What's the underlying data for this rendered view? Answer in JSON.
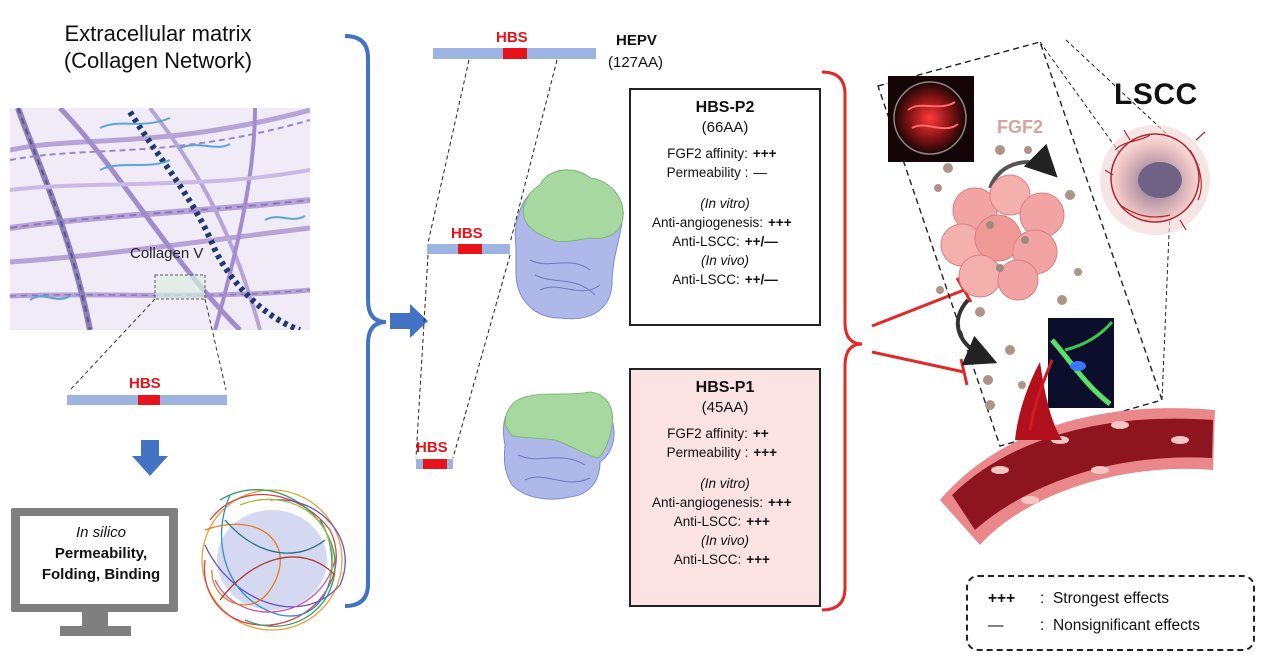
{
  "ecm": {
    "title_line1": "Extracellular matrix",
    "title_line2": "(Collagen Network)",
    "collagen_label": "Collagen V"
  },
  "hbs_label": "HBS",
  "hepv": {
    "name": "HEPV",
    "length": "(127AA)"
  },
  "in_silico": {
    "line1": "In silico",
    "line2": "Permeability,",
    "line3": "Folding, Binding"
  },
  "hbs_p2": {
    "name": "HBS-P2",
    "length": "(66AA)",
    "rows": [
      {
        "label": "FGF2 affinity:",
        "value": "+++"
      },
      {
        "label": "Permeability :",
        "value": "—"
      }
    ],
    "in_vitro": "(In vitro)",
    "in_vitro_rows": [
      {
        "label": "Anti-angiogenesis:",
        "value": "+++"
      },
      {
        "label": "Anti-LSCC:",
        "value": "++/—"
      }
    ],
    "in_vivo": "(In vivo)",
    "in_vivo_rows": [
      {
        "label": "Anti-LSCC:",
        "value": "++/—"
      }
    ]
  },
  "hbs_p1": {
    "name": "HBS-P1",
    "length": "(45AA)",
    "rows": [
      {
        "label": "FGF2 affinity:",
        "value": "++"
      },
      {
        "label": "Permeability :",
        "value": "+++"
      }
    ],
    "in_vitro": "(In vitro)",
    "in_vitro_rows": [
      {
        "label": "Anti-angiogenesis:",
        "value": "+++"
      },
      {
        "label": "Anti-LSCC:",
        "value": "+++"
      }
    ],
    "in_vivo": "(In vivo)",
    "in_vivo_rows": [
      {
        "label": "Anti-LSCC:",
        "value": "+++"
      }
    ]
  },
  "tumor": {
    "title": "LSCC",
    "growth_factor": "FGF2"
  },
  "legend": {
    "items": [
      {
        "symbol": "+++",
        "separator": ":",
        "text": "Strongest effects"
      },
      {
        "symbol": "—",
        "separator": ":",
        "text": "Nonsignificant effects"
      }
    ]
  },
  "colors": {
    "bar": "#9db4e2",
    "hbs_red": "#e8121a",
    "arrow_blue": "#4472c4",
    "bracket_blue": "#4472c4",
    "bracket_red": "#e02a2a",
    "collagen": "#a793cf",
    "protein_green": "#a6d8a0",
    "protein_lavender": "#a9b4e6",
    "p1_box_bg": "#fbe3e3",
    "vessel_red": "#8e1420",
    "cell_pink": "#f2a3a3"
  }
}
